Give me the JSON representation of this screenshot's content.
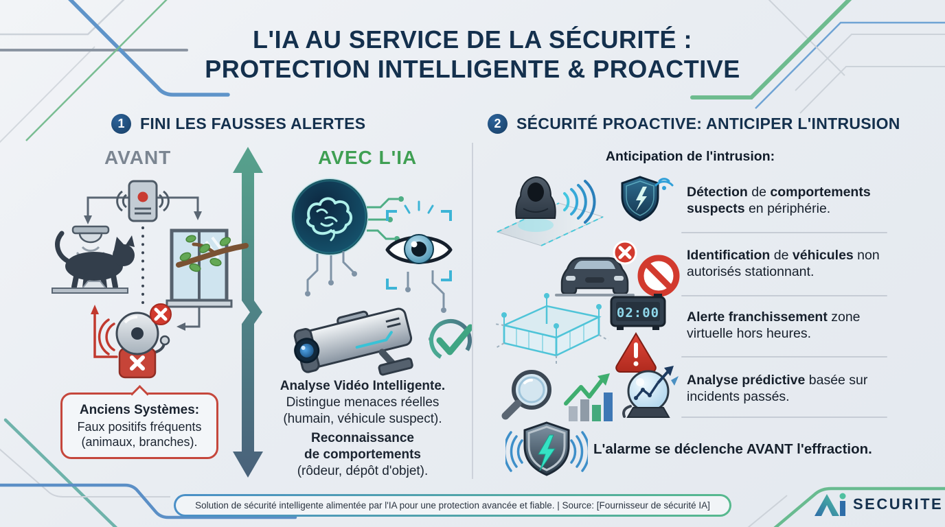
{
  "title": {
    "line1": "L'IA AU SERVICE DE LA SÉCURITÉ :",
    "line2": "PROTECTION INTELLIGENTE & PROACTIVE"
  },
  "section1": {
    "badge": "1",
    "heading": "FINI LES FAUSSES ALERTES",
    "before_label": "AVANT",
    "after_label": "AVEC L'IA",
    "before_box": {
      "heading": "Anciens Systèmes:",
      "line1": "Faux positifs fréquents",
      "line2": "(animaux, branches)."
    },
    "after_text": {
      "line1": "Analyse Vidéo Intelligente.",
      "line2": "Distingue menaces réelles",
      "line3": "(humain, véhicule suspect).",
      "line4": "Reconnaissance",
      "line5": "de comportements",
      "line6": "(rôdeur, dépôt d'objet)."
    }
  },
  "section2": {
    "badge": "2",
    "heading": "SÉCURITÉ PROACTIVE: ANTICIPER L'INTRUSION",
    "subtitle": "Anticipation de l'intrusion:",
    "rows": [
      {
        "bold1": "Détection",
        "mid": " de ",
        "bold2": "comportements suspects",
        "rest": " en périphérie."
      },
      {
        "bold1": "Identification",
        "mid": " de ",
        "bold2": "véhicules",
        "rest": " non autorisés stationnant."
      },
      {
        "bold1": "Alerte franchissement",
        "mid": " zone virtuelle hors heures.",
        "bold2": "",
        "rest": ""
      },
      {
        "bold1": "Analyse prédictive",
        "mid": " basée sur incidents passés.",
        "bold2": "",
        "rest": ""
      }
    ],
    "clock_time": "02:00",
    "alarm_text": "L'alarme se déclenche AVANT l'effraction."
  },
  "footer": {
    "source_line": "Solution de sécurité intelligente alimentée par l'IA pour une protection avancée et fiable. | Source: [Fournisseur de sécurité IA]"
  },
  "logo": {
    "mark": "AI",
    "name": "SECURITE"
  },
  "colors": {
    "navy": "#14304d",
    "green": "#3f9f53",
    "teal_arrow": "#55a28c",
    "red": "#c5473c",
    "gray_label": "#7b8591",
    "line_blue": "#5b8fc6",
    "line_green": "#6ebb8f",
    "cyan": "#49c9da"
  },
  "icons": {
    "section1_before": [
      "vibration-sensor-icon",
      "motion-detector-icon",
      "cat-icon",
      "window-branch-icon",
      "alarm-bell-icon",
      "error-x-icon"
    ],
    "section1_after": [
      "ai-brain-icon",
      "vision-eye-icon",
      "cctv-camera-icon",
      "checkmark-icon"
    ],
    "section2_rows": [
      "intruder-icon",
      "sonar-waves-icon",
      "shield-wifi-icon",
      "car-blocked-icon",
      "no-entry-icon",
      "virtual-fence-icon",
      "digital-clock-icon",
      "warning-triangle-icon",
      "magnifier-icon",
      "trend-chart-icon",
      "crystal-ball-icon"
    ],
    "alarm": "alert-shield-icon"
  }
}
